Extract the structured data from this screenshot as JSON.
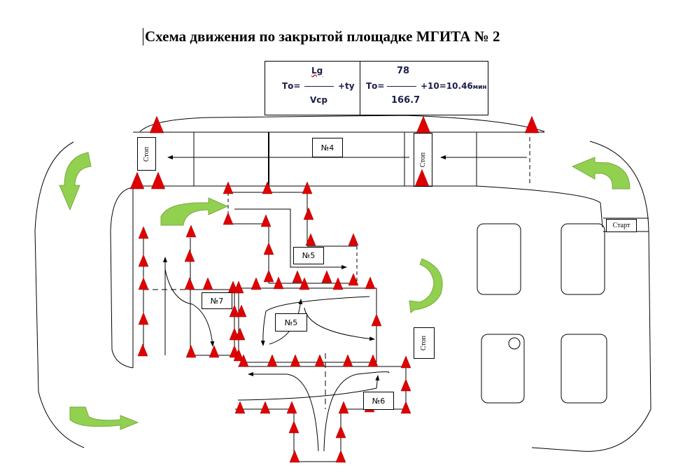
{
  "title": "Схема движения по закрытой площадке МГИТА № 2",
  "formula_general": {
    "lhs": "Tо=",
    "numerator": "Lg",
    "denominator": "Vср",
    "tail": "+tу"
  },
  "formula_calc": {
    "lhs": "Tо=",
    "numerator": "78",
    "denominator": "166.7",
    "tail": "+10=10.46",
    "unit": "мин"
  },
  "labels": {
    "zone4": "№4",
    "zone5_top": "№5",
    "zone5_mid": "№5",
    "zone7": "№7",
    "zone6": "№6",
    "stop": "Стоп",
    "start": "Старт"
  },
  "colors": {
    "cone": "#e00000",
    "arrow": "#92d050",
    "line": "#000000"
  }
}
